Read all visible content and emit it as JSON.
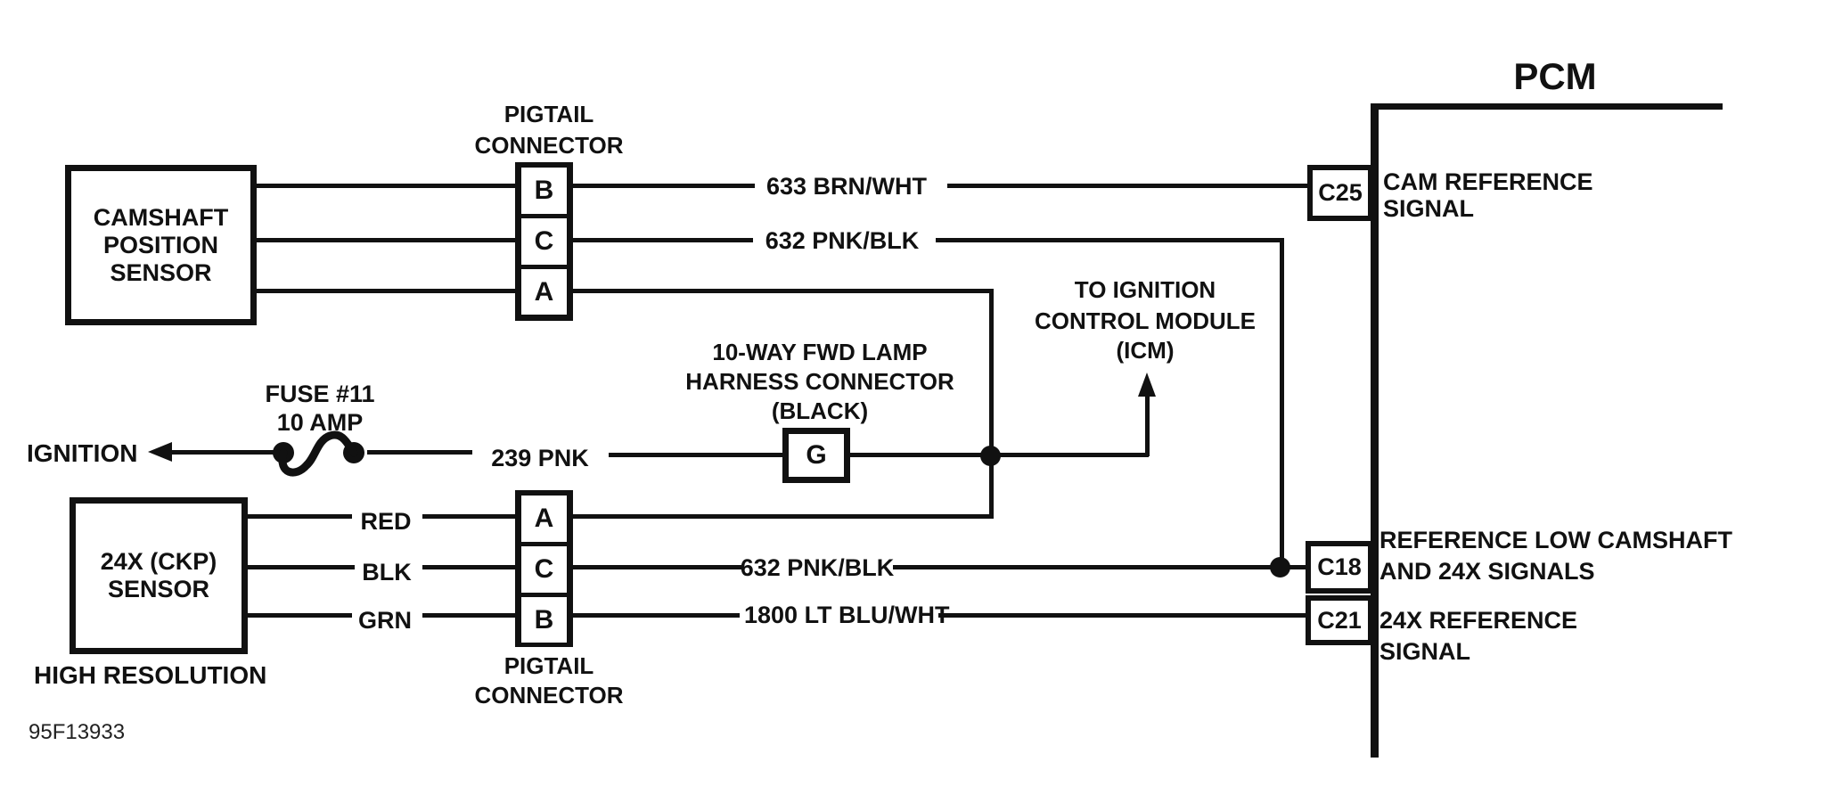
{
  "figure_id": "95F13933",
  "pcm": {
    "label": "PCM",
    "terminals": [
      {
        "id": "C25",
        "desc": [
          "CAM REFERENCE",
          "SIGNAL"
        ]
      },
      {
        "id": "C18",
        "desc": [
          "REFERENCE LOW CAMSHAFT",
          "AND 24X SIGNALS"
        ]
      },
      {
        "id": "C21",
        "desc": [
          "24X REFERENCE",
          "SIGNAL"
        ]
      }
    ]
  },
  "camshaft_sensor": {
    "lines": [
      "CAMSHAFT",
      "POSITION",
      "SENSOR"
    ]
  },
  "ckp_sensor": {
    "lines": [
      "24X (CKP)",
      "SENSOR"
    ],
    "note": "HIGH RESOLUTION"
  },
  "top_pigtail": {
    "label": [
      "PIGTAIL",
      "CONNECTOR"
    ],
    "pins": [
      "B",
      "C",
      "A"
    ]
  },
  "bottom_pigtail": {
    "label": [
      "PIGTAIL",
      "CONNECTOR"
    ],
    "pins": [
      "A",
      "C",
      "B"
    ]
  },
  "harness": {
    "lines": [
      "10-WAY FWD LAMP",
      "HARNESS CONNECTOR",
      "(BLACK)"
    ],
    "pin": "G"
  },
  "icm": {
    "lines": [
      "TO IGNITION",
      "CONTROL MODULE",
      "(ICM)"
    ]
  },
  "fuse": {
    "lines": [
      "FUSE #11",
      "10 AMP"
    ]
  },
  "ignition": {
    "label": "IGNITION"
  },
  "wires": {
    "w633": "633 BRN/WHT",
    "w632_top": "632 PNK/BLK",
    "w239": "239 PNK",
    "red": "RED",
    "blk": "BLK",
    "grn": "GRN",
    "w632_bottom": "632 PNK/BLK",
    "w1800": "1800 LT BLU/WHT"
  }
}
